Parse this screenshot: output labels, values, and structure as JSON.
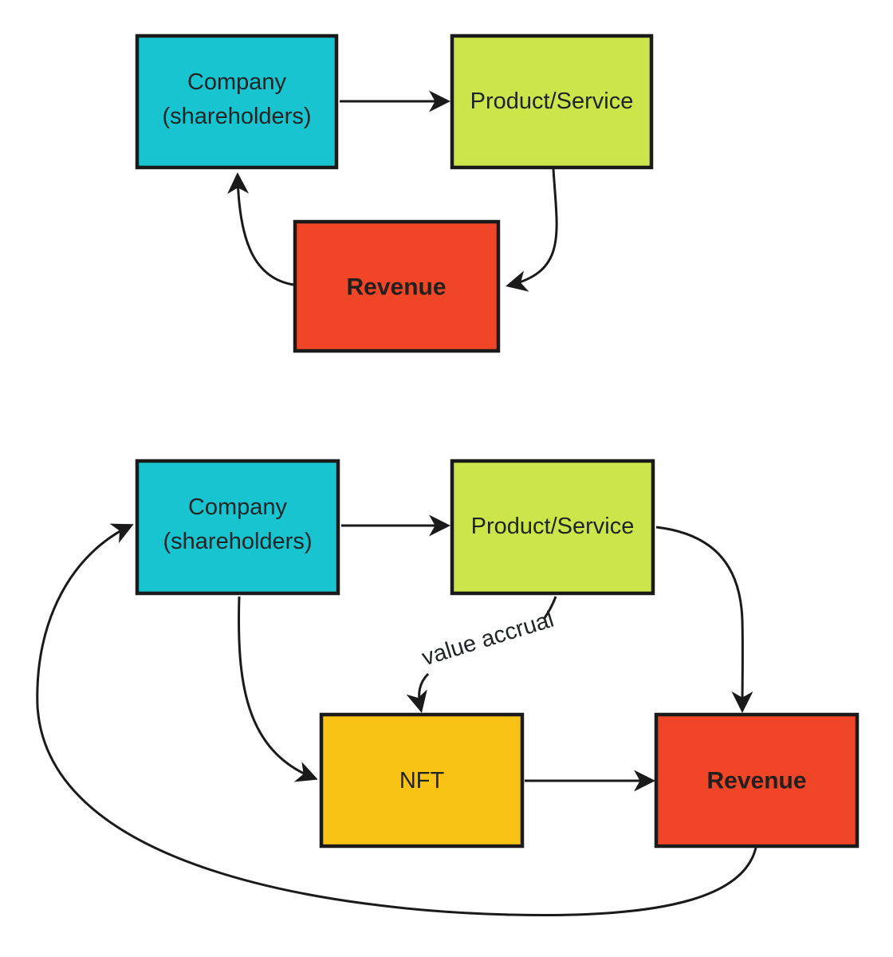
{
  "colors": {
    "cyan": "#17C4CF",
    "green": "#CBE54B",
    "red": "#F04526",
    "gold": "#F8C314",
    "line": "#1A1A1A"
  },
  "diagram_top": {
    "company_line1": "Company",
    "company_line2": "(shareholders)",
    "product": "Product/Service",
    "revenue": "Revenue"
  },
  "diagram_bottom": {
    "company_line1": "Company",
    "company_line2": "(shareholders)",
    "product": "Product/Service",
    "nft": "NFT",
    "revenue": "Revenue",
    "annotation": "value accrual"
  }
}
